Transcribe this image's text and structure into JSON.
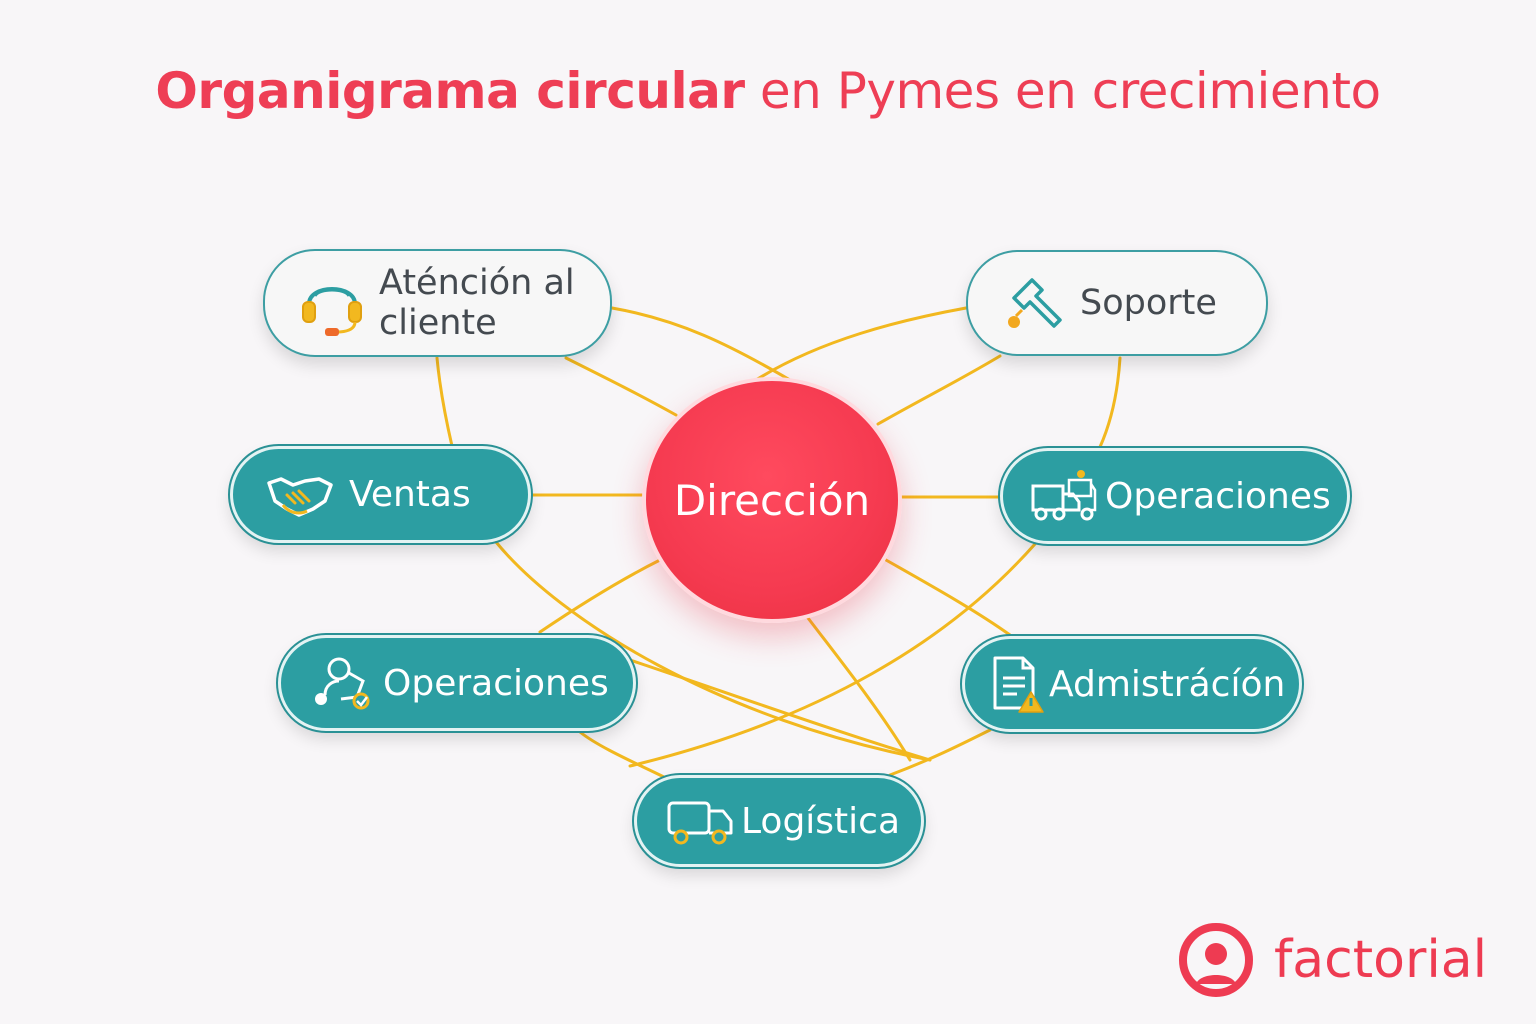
{
  "title": {
    "bold": "Organigrama circular",
    "light": "en Pymes en crecimiento"
  },
  "center": {
    "label": "Dirección"
  },
  "nodes": [
    {
      "id": "atencion",
      "label_line1": "Aténción al",
      "label_line2": "cliente",
      "style": "white",
      "icon": "headset-icon"
    },
    {
      "id": "soporte",
      "label": "Soporte",
      "style": "white",
      "icon": "wrench-icon"
    },
    {
      "id": "ventas",
      "label": "Ventas",
      "style": "teal",
      "icon": "handshake-icon"
    },
    {
      "id": "operaciones-right",
      "label": "Operaciones",
      "style": "teal",
      "icon": "trucks-icon"
    },
    {
      "id": "operaciones-left",
      "label": "Operaciones",
      "style": "teal",
      "icon": "people-network-icon"
    },
    {
      "id": "admin",
      "label": "Admistrácíón",
      "style": "teal",
      "icon": "document-warning-icon"
    },
    {
      "id": "logistica",
      "label": "Logística",
      "style": "teal",
      "icon": "van-icon"
    }
  ],
  "brand": {
    "name": "factorial",
    "icon": "factorial-logo-icon"
  },
  "colors": {
    "accent": "#ee3e55",
    "teal": "#2c9ea2",
    "link": "#f2b81f",
    "background": "#f8f6f8"
  }
}
